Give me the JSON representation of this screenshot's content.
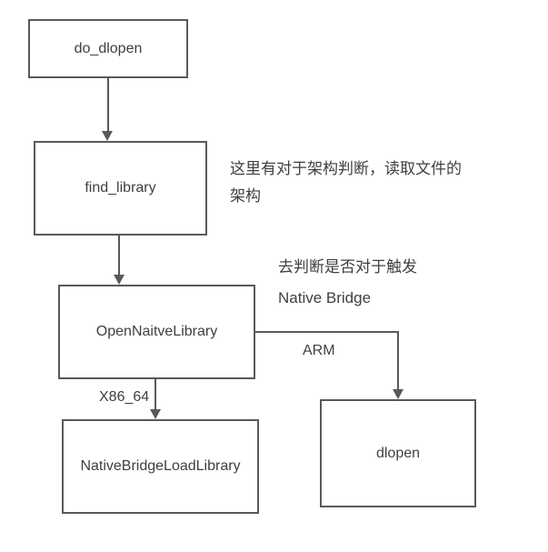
{
  "diagram": {
    "nodes": {
      "do_dlopen": {
        "label": "do_dlopen"
      },
      "find_library": {
        "label": "find_library"
      },
      "open_naitve_library": {
        "label": "OpenNaitveLibrary"
      },
      "native_bridge_load_library": {
        "label": "NativeBridgeLoadLibrary"
      },
      "dlopen": {
        "label": "dlopen"
      }
    },
    "annotations": {
      "arch_note": {
        "line1": "这里有对于架构判断，读取文件的",
        "line2": "架构"
      },
      "bridge_note": {
        "line1": "去判断是否对于触发",
        "line2": "Native Bridge"
      }
    },
    "edge_labels": {
      "arm": "ARM",
      "x86_64": "X86_64"
    },
    "colors": {
      "border": "#595959",
      "arrow": "#595959",
      "text": "#3f3f3f",
      "background": "#ffffff"
    }
  }
}
